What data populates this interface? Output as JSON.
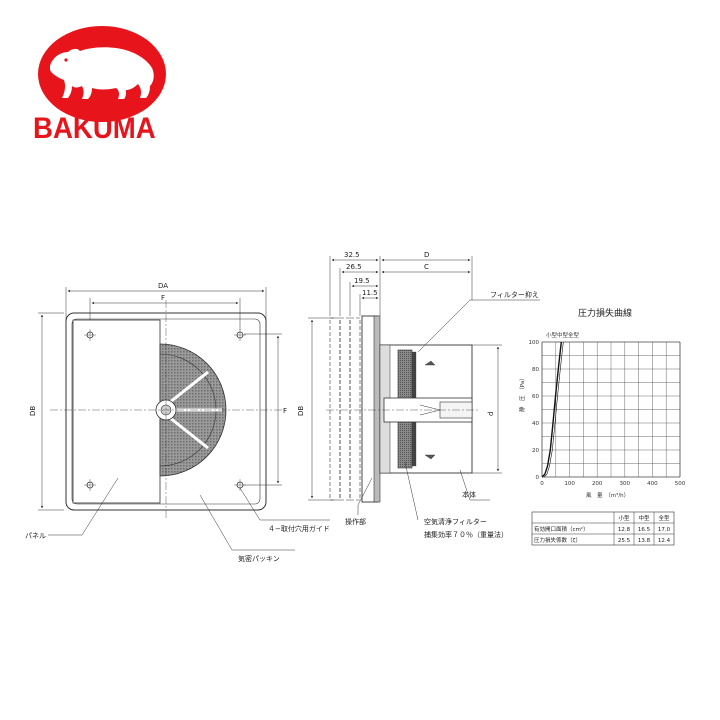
{
  "brand": {
    "name": "BAKUMA",
    "color": "#e8141c"
  },
  "front_view": {
    "dims": {
      "overall_width": "DA",
      "hole_pitch": "F",
      "overall_height": "DB",
      "hole_pitch_v": "F"
    },
    "labels": {
      "panel": "パネル",
      "gasket": "気密パッキン",
      "mount_hole": "４−取付穴用ガイド"
    }
  },
  "side_view": {
    "dims": {
      "d1": "32.5",
      "d2": "26.5",
      "d3": "19.5",
      "d4": "11.5",
      "depth": "D",
      "c": "C",
      "height": "DB",
      "dia": "d"
    },
    "labels": {
      "filter_holder": "フィルター抑え",
      "body": "本体",
      "operation": "操作部",
      "filter_line1": "空気清浄フィルター",
      "filter_line2": "捕集効率７０％（重量法）"
    }
  },
  "chart_data": {
    "type": "line",
    "title": "圧力損失曲線",
    "xlabel": "風　量　（m³/h）",
    "ylabel": "静　圧　（Pa）",
    "xlim": [
      0,
      500
    ],
    "ylim": [
      0,
      100
    ],
    "x_ticks": [
      "0",
      "100",
      "200",
      "300",
      "400",
      "500"
    ],
    "y_ticks": [
      "0",
      "20",
      "40",
      "60",
      "80",
      "100"
    ],
    "grid": true,
    "series": [
      {
        "name": "小型中型全型",
        "x": [
          0,
          10,
          20,
          30,
          40,
          50,
          60,
          70
        ],
        "y": [
          0,
          2,
          8,
          20,
          40,
          62,
          82,
          100
        ]
      }
    ],
    "table": {
      "headers": [
        "",
        "小型",
        "中型",
        "全型"
      ],
      "rows": [
        [
          "有効開口面積（cm²）",
          "12.8",
          "16.5",
          "17.0"
        ],
        [
          "圧力損失係数（ζ）",
          "25.5",
          "13.8",
          "12.4"
        ]
      ]
    }
  }
}
